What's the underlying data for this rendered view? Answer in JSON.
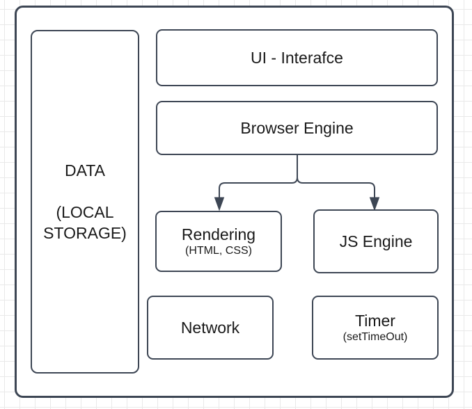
{
  "theme": {
    "background_color": "#ffffff",
    "grid_line_color": "#e9e9e9",
    "shape_stroke_color": "#3d4654",
    "shape_fill_color": "#ffffff",
    "text_color": "#191919"
  },
  "diagram": {
    "nodes": {
      "data_store": {
        "lines": [
          "DATA",
          "",
          "(LOCAL",
          "STORAGE)"
        ]
      },
      "ui_interface": {
        "label": "UI - Interafce"
      },
      "browser_engine": {
        "label": "Browser Engine"
      },
      "rendering": {
        "title": "Rendering",
        "subtitle": "(HTML, CSS)"
      },
      "js_engine": {
        "label": "JS Engine"
      },
      "network": {
        "label": "Network"
      },
      "timer": {
        "title": "Timer",
        "subtitle": "(setTimeOut)"
      }
    },
    "edges": [
      {
        "from": "Browser Engine",
        "to": "Rendering",
        "style": "orthogonal",
        "arrowhead": "filled-triangle"
      },
      {
        "from": "Browser Engine",
        "to": "JS Engine",
        "style": "orthogonal",
        "arrowhead": "filled-triangle"
      }
    ]
  }
}
